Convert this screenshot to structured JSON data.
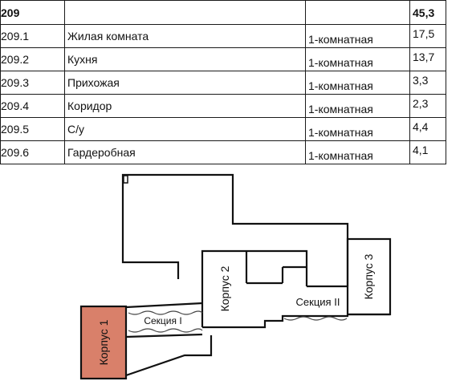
{
  "table": {
    "header": {
      "code": "209",
      "area": "45,3"
    },
    "rows": [
      {
        "code": "209.1",
        "name": "Жилая комната",
        "type": "1-комнатная",
        "area": "17,5"
      },
      {
        "code": "209.2",
        "name": "Кухня",
        "type": "1-комнатная",
        "area": "13,7"
      },
      {
        "code": "209.3",
        "name": "Прихожая",
        "type": "1-комнатная",
        "area": "3,3"
      },
      {
        "code": "209.4",
        "name": "Коридор",
        "type": "1-комнатная",
        "area": "2,3"
      },
      {
        "code": "209.5",
        "name": "С/у",
        "type": "1-комнатная",
        "area": "4,4"
      },
      {
        "code": "209.6",
        "name": "Гардеробная",
        "type": "1-комнатная",
        "area": "4,1"
      }
    ]
  },
  "plan": {
    "building_1": "Корпус 1",
    "building_2": "Корпус 2",
    "building_3": "Корпус 3",
    "section_1": "Секция I",
    "section_2": "Секция II",
    "highlight_color": "#d9806a"
  }
}
